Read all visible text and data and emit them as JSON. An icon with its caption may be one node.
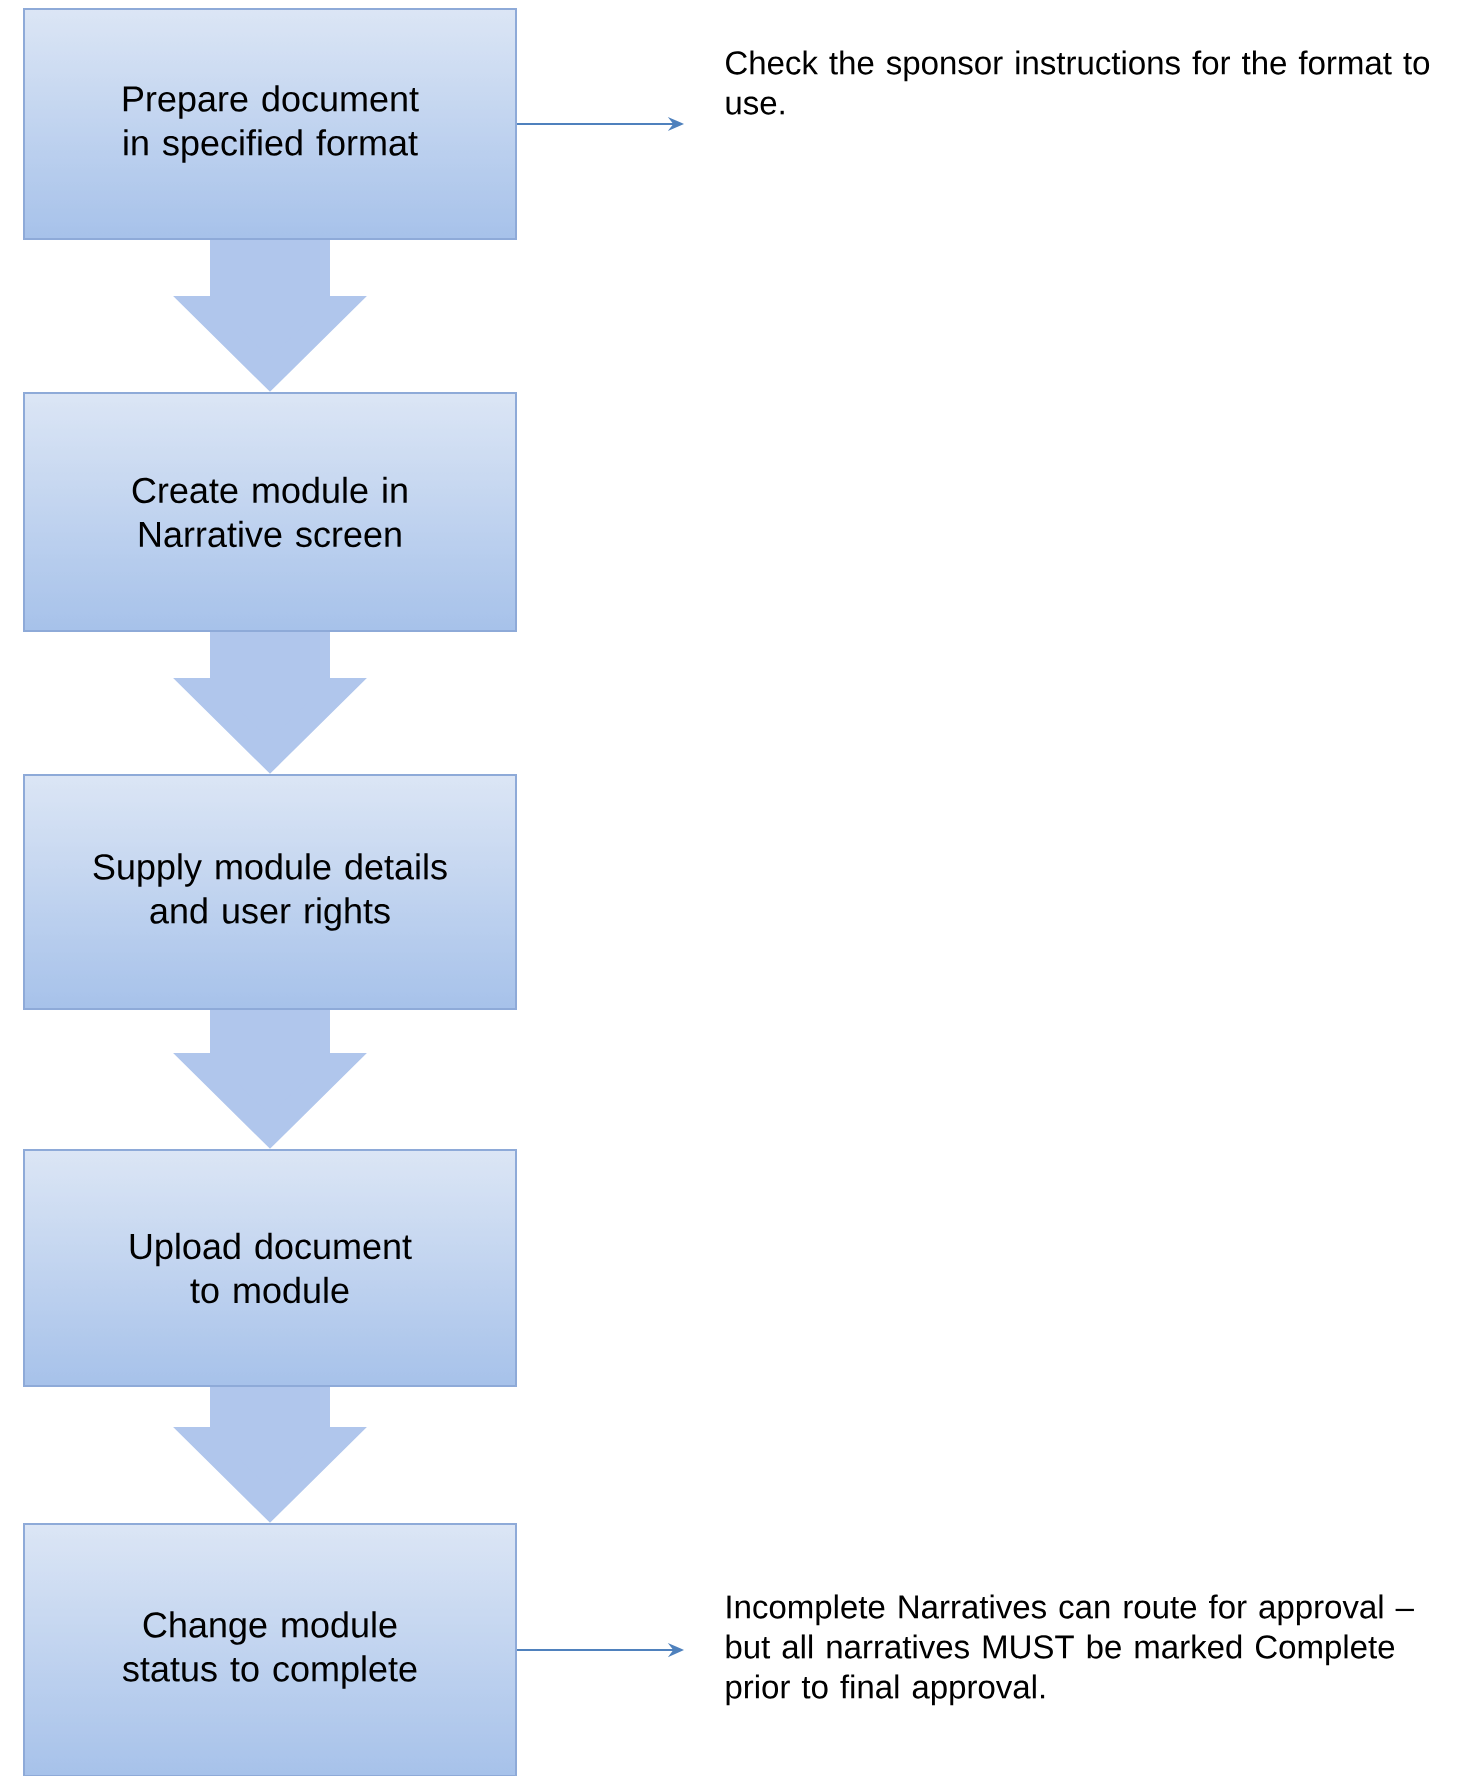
{
  "diagram": {
    "nodes": [
      {
        "text": [
          "Prepare document in specified format"
        ]
      },
      {
        "text": [
          "Check the sponsor instructions for the format to use."
        ]
      },
      {
        "text": [
          "Create module in Narrative screen"
        ]
      },
      {
        "text": [
          "Supply module details and user rights"
        ]
      },
      {
        "text": [
          "Upload document to module"
        ]
      },
      {
        "text": [
          "Change module status to complete"
        ]
      },
      {
        "text": [
          "Incomplete Narratives can route for approval – but all narratives MUST be marked Complete prior to final approval."
        ]
      }
    ],
    "edges": [
      {
        "from": 0,
        "to": 1,
        "arrow": "to",
        "color": "#4f81bd"
      },
      {
        "from": 0,
        "to": 2,
        "arrow": "to",
        "color": "#b0c6ec"
      },
      {
        "from": 2,
        "to": 3,
        "arrow": "to",
        "color": "#b0c6ec"
      },
      {
        "from": 3,
        "to": 4,
        "arrow": "to",
        "color": "#b0c6ec"
      },
      {
        "from": 4,
        "to": 5,
        "arrow": "to",
        "color": "#b0c6ec"
      },
      {
        "from": 5,
        "to": 6,
        "arrow": "to",
        "color": "#4f81bd"
      }
    ]
  }
}
